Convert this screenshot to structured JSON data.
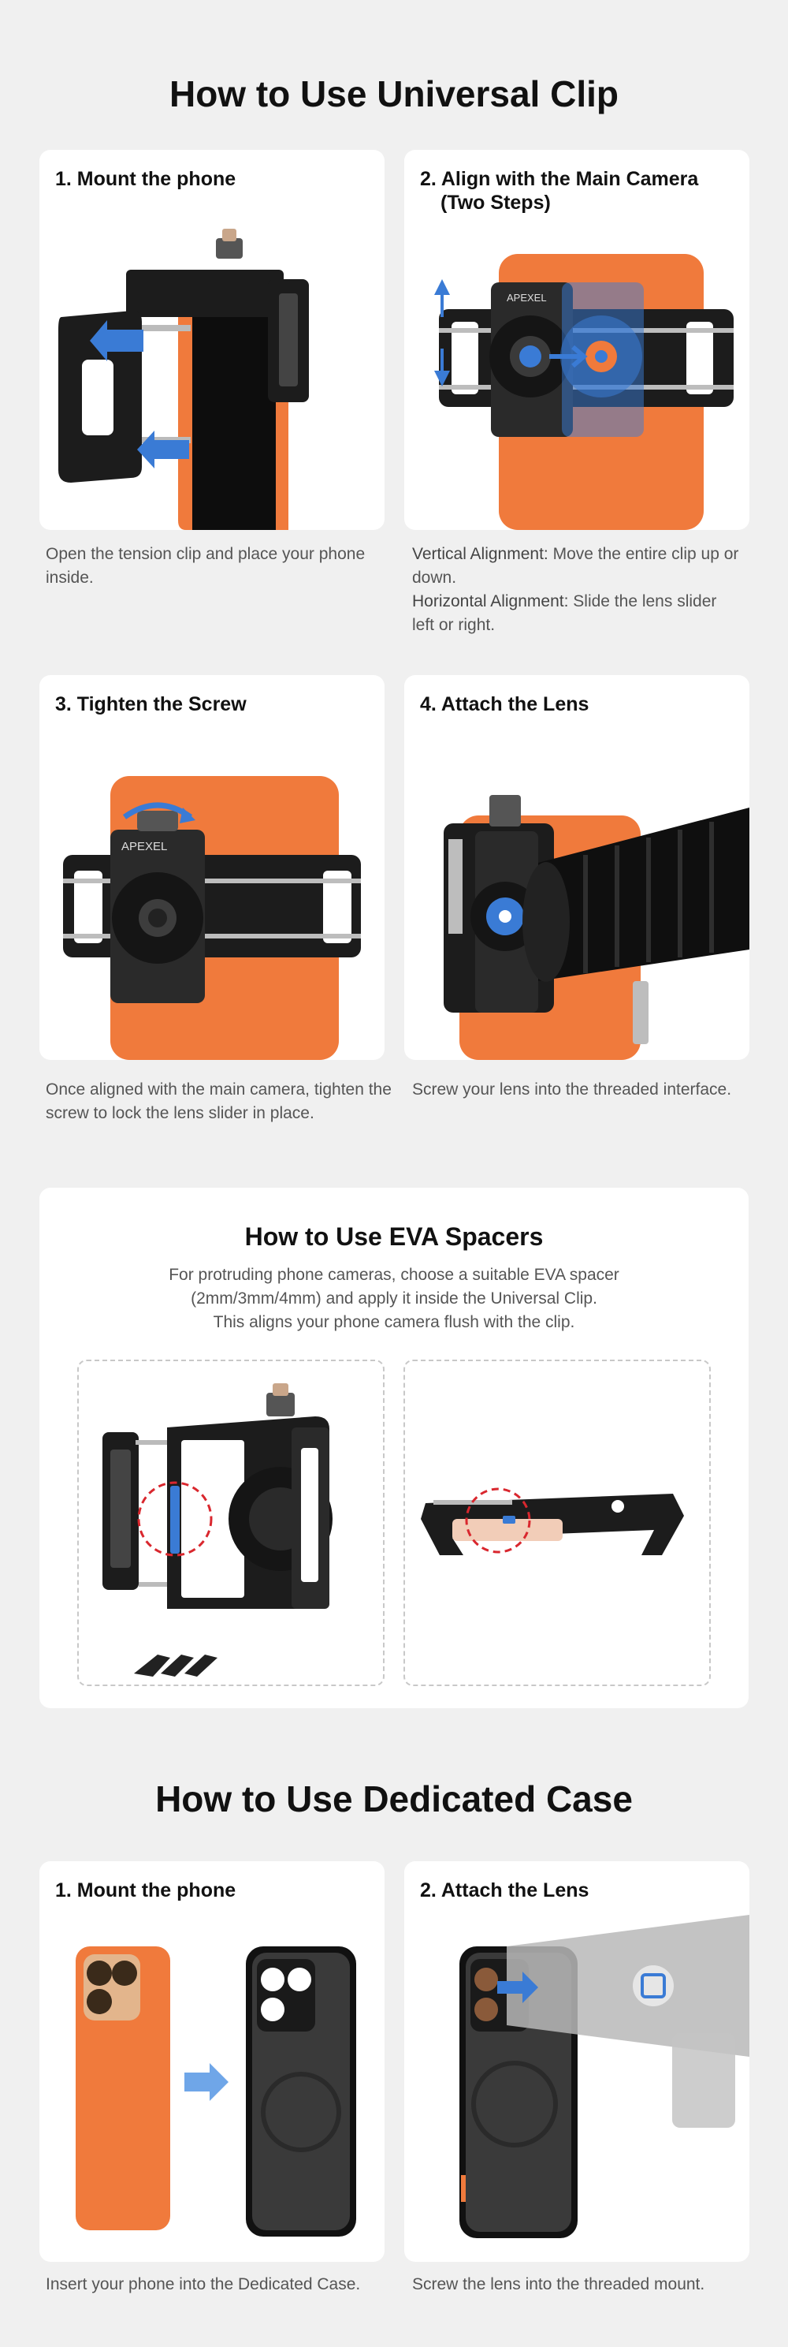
{
  "universal_clip": {
    "title": "How to Use Universal Clip",
    "steps": [
      {
        "title": "1. Mount the phone",
        "description": "Open the tension clip and place your phone inside."
      },
      {
        "title_line1": "2. Align with the Main Camera",
        "title_line2": "(Two Steps)",
        "vertical_label": "Vertical Alignment:",
        "vertical_text": " Move the entire clip up or down.",
        "horizontal_label": "Horizontal Alignment:",
        "horizontal_text": " Slide the lens slider left or right."
      },
      {
        "title": "3. Tighten the Screw",
        "description": "Once aligned with the main camera, tighten the screw to lock the lens slider in place."
      },
      {
        "title": "4. Attach the Lens",
        "description": "Screw your lens into the threaded interface."
      }
    ],
    "brand_text": "APEXEL"
  },
  "eva_spacers": {
    "title": "How to Use EVA Spacers",
    "intro_line1": "For protruding phone cameras, choose a suitable EVA spacer",
    "intro_line2": "(2mm/3mm/4mm) and apply it inside the Universal Clip.",
    "intro_line3": "This aligns your phone camera flush with the clip."
  },
  "dedicated_case": {
    "title": "How to Use Dedicated Case",
    "steps": [
      {
        "title": "1. Mount the phone",
        "description": "Insert your phone into the Dedicated Case."
      },
      {
        "title": "2. Attach the Lens",
        "description": "Screw the lens into the threaded mount."
      }
    ]
  },
  "colors": {
    "background": "#f0f0f0",
    "card": "#ffffff",
    "phone_orange": "#f07a3c",
    "clip_black": "#1c1c1c",
    "accent_blue": "#3a7bd5",
    "highlight_red": "#d9272e"
  }
}
